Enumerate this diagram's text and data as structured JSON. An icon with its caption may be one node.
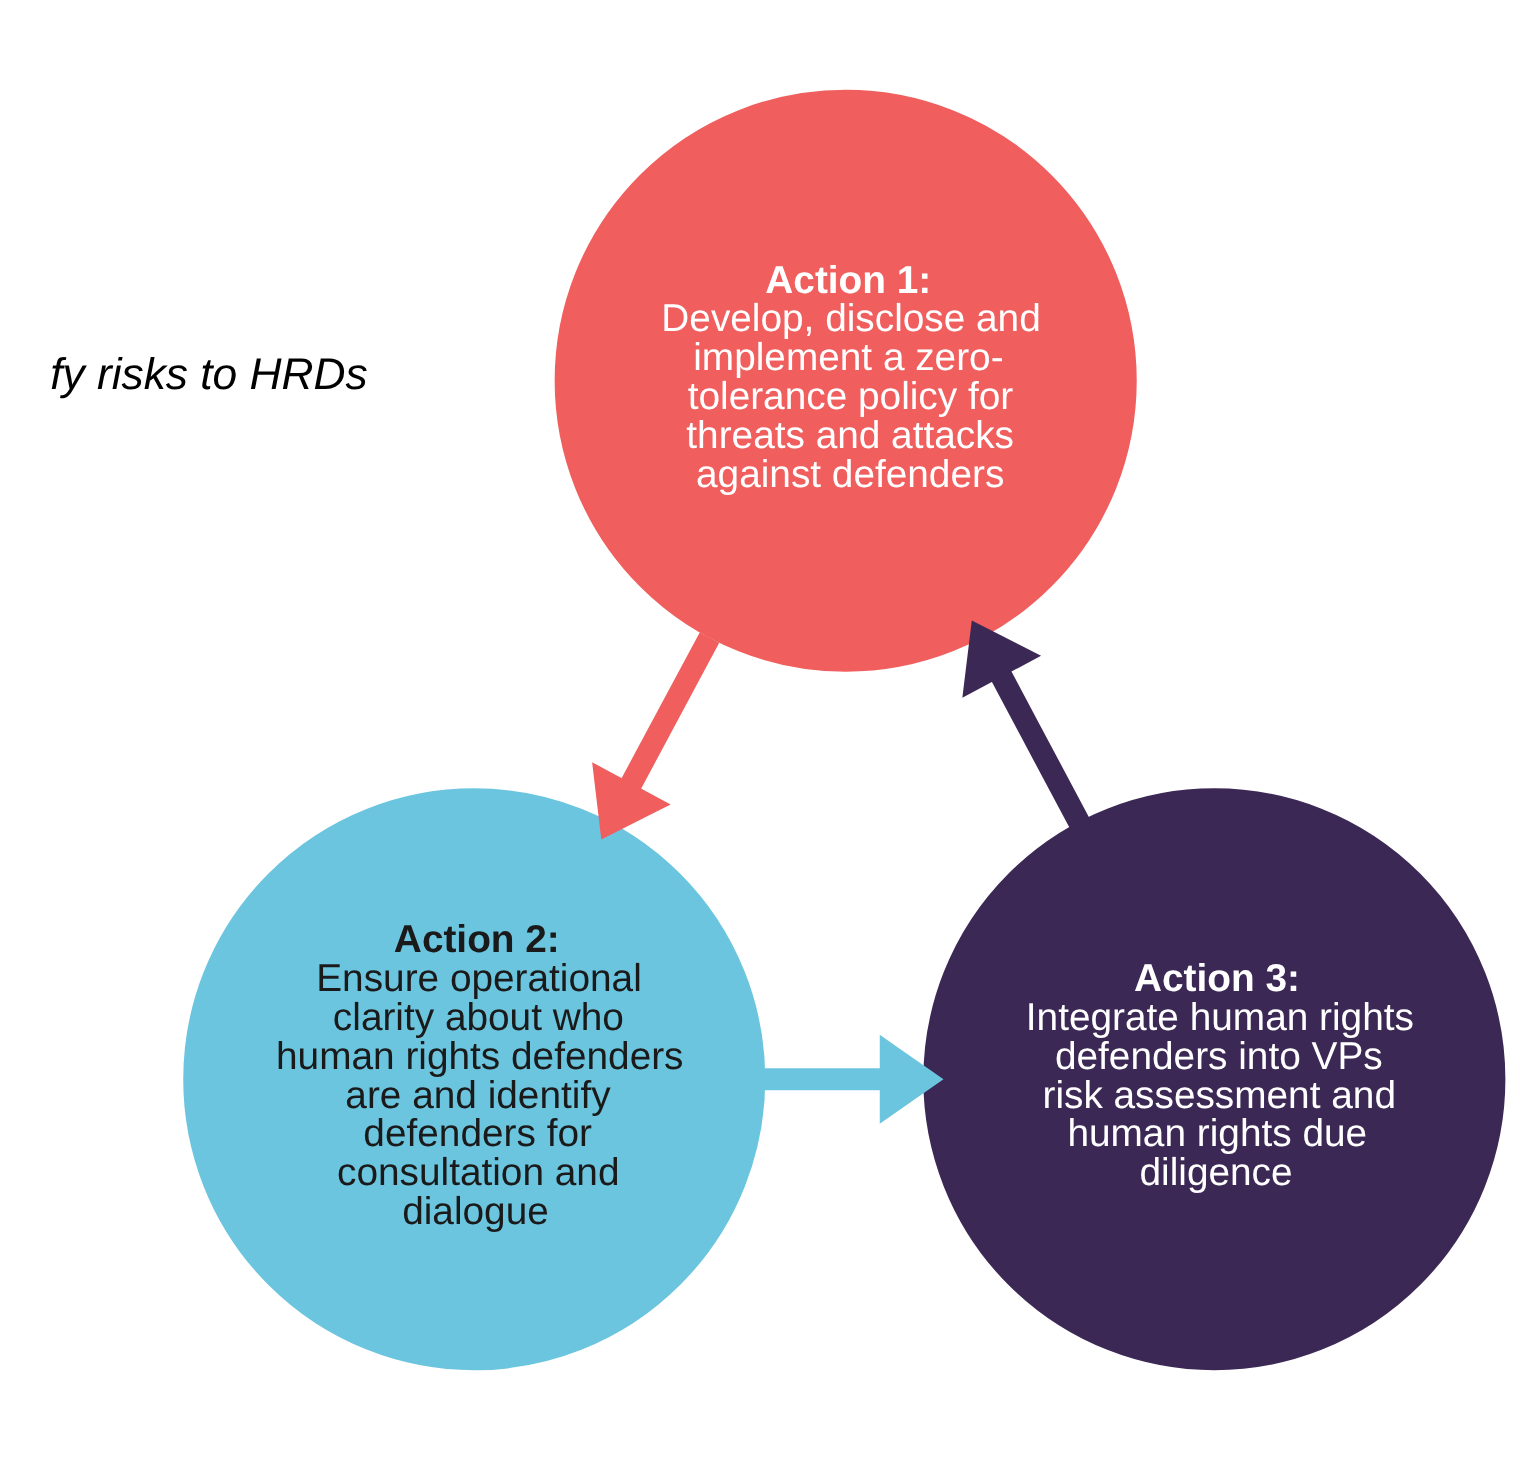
{
  "diagram": {
    "nodes": [
      {
        "text": [
          "Action 1:",
          "Develop, disclose and implement a zero-tolerance policy for threats and attacks against defenders"
        ]
      },
      {
        "text": [
          "Action 2:",
          "Ensure operational clarity about who human rights defenders are and identify defenders for consultation and dialogue"
        ]
      },
      {
        "text": [
          "Action 3:",
          "Integrate human rights defenders into VPs risk assessment and human rights due diligence"
        ]
      }
    ],
    "edges": [
      {
        "from": 0,
        "to": 1,
        "arrow": "to",
        "color": "#f05e5e"
      },
      {
        "from": 1,
        "to": 2,
        "arrow": "to",
        "color": "#6cc5df"
      },
      {
        "from": 2,
        "to": 0,
        "arrow": "to",
        "color": "#3c2855"
      }
    ],
    "labels": [
      "fy risks to HRDs"
    ]
  }
}
